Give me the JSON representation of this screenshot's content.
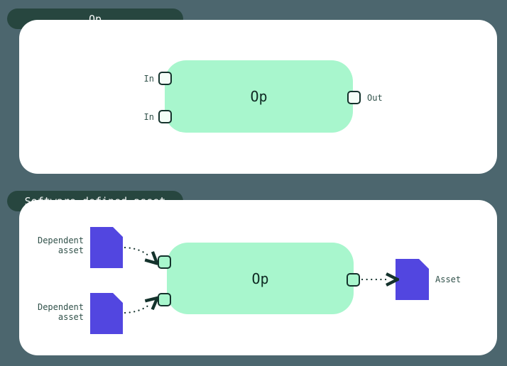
{
  "colors": {
    "background": "#4C666E",
    "panel": "#FFFFFF",
    "tab_background": "#27463F",
    "tab_text": "#F5F8F7",
    "op_node_green": "#A8F6CD",
    "op_node_text": "#0F2B24",
    "port_border": "#14322C",
    "port_fill_empty": "#F4FEF8",
    "port_fill_asset": "#A8F6CD",
    "asset_purple": "#5246E0",
    "label_text": "#31514A",
    "arrow": "#14322C"
  },
  "op_panel": {
    "tab_label": "Op",
    "node": {
      "label": "Op",
      "input_labels": [
        "In",
        "In"
      ],
      "output_label": "Out"
    }
  },
  "asset_panel": {
    "tab_label": "Software-defined asset",
    "node": {
      "label": "Op"
    },
    "dependent_assets": [
      "Dependent\nasset",
      "Dependent\nasset"
    ],
    "output_asset_label": "Asset"
  }
}
